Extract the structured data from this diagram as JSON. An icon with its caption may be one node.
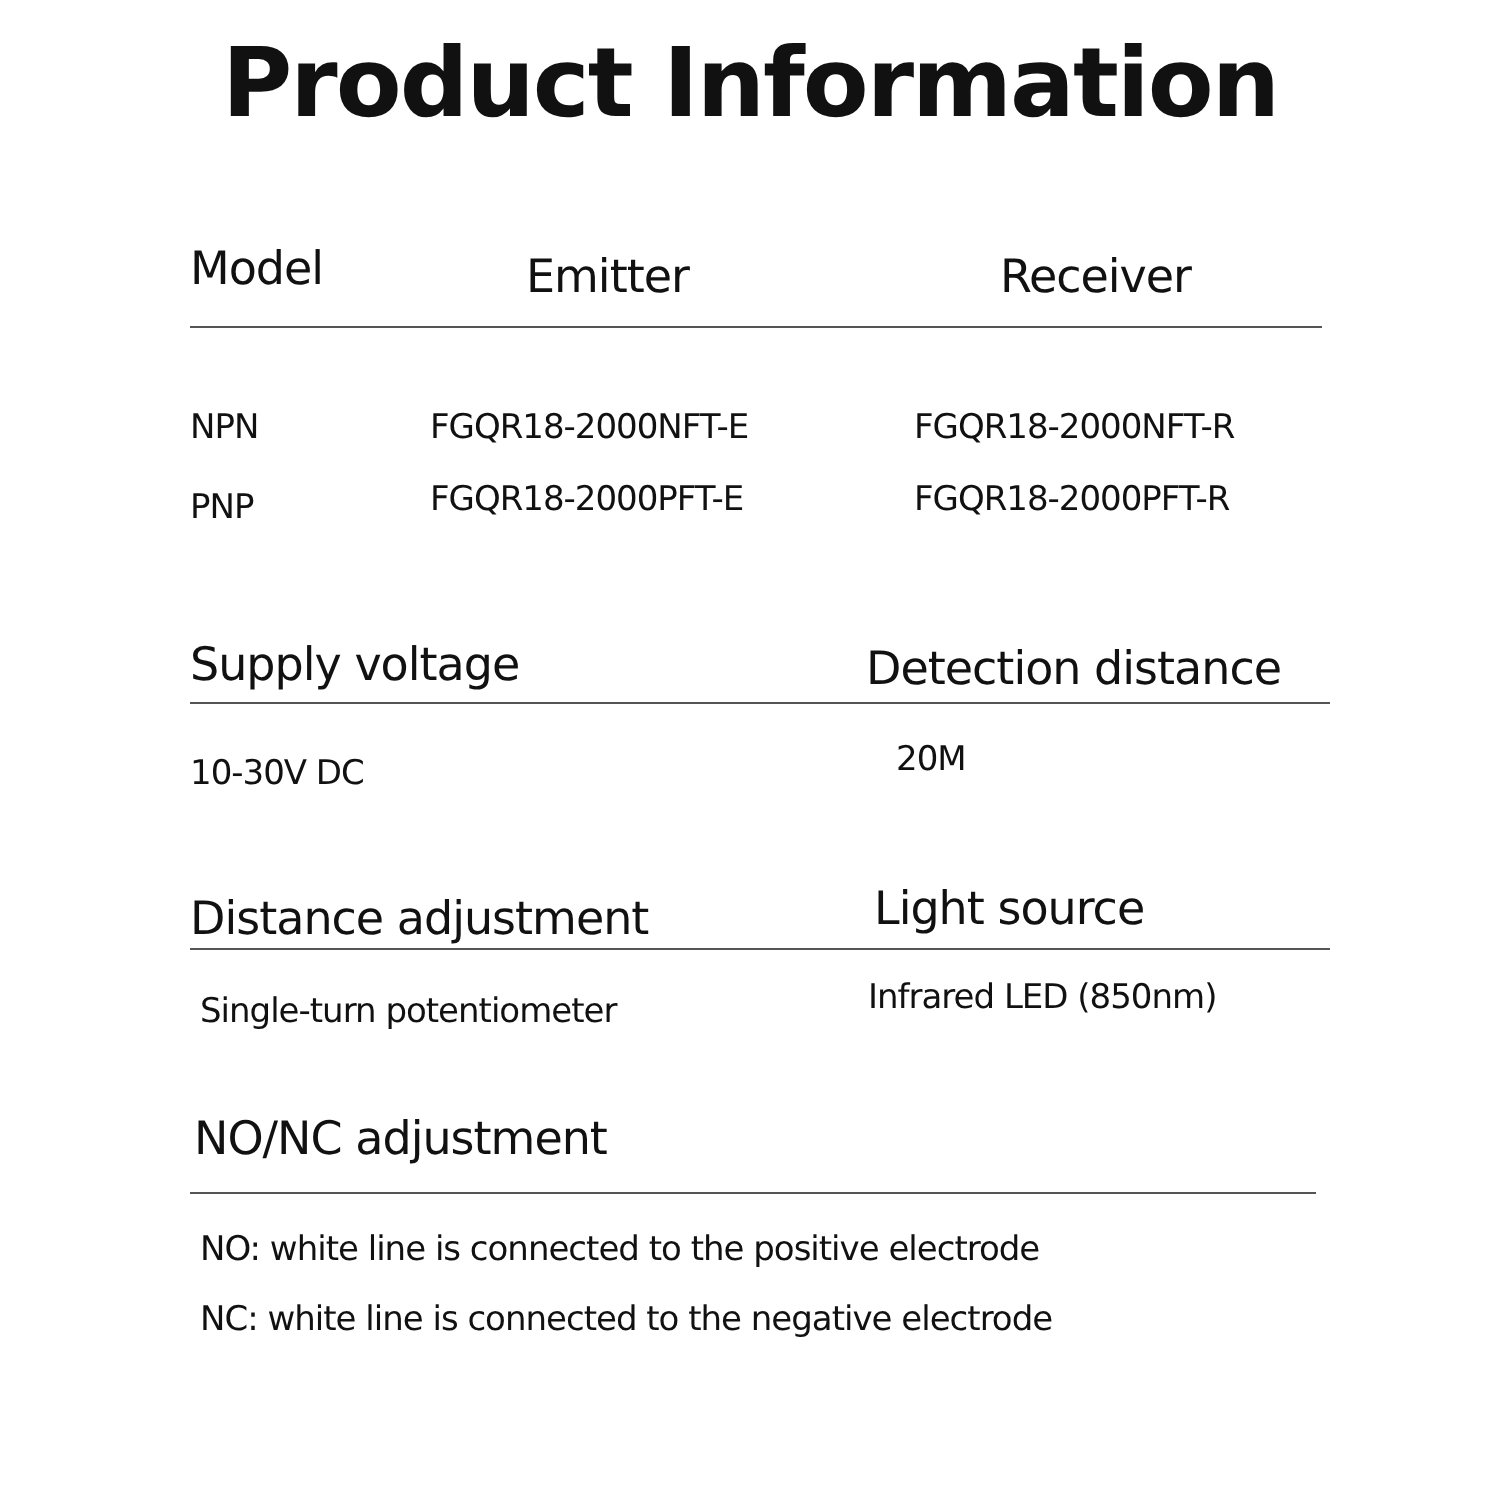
{
  "diagram": {
    "title": "Product Information",
    "labels": [
      "Model",
      "Emitter",
      "Receiver",
      "NPN",
      "FGQR18-2000NFT-E",
      "FGQR18-2000NFT-R",
      "PNP",
      "FGQR18-2000PFT-E",
      "FGQR18-2000PFT-R",
      "Supply voltage",
      "Detection distance",
      "10-30V DC",
      "20M",
      "Distance adjustment",
      "Light source",
      "Single-turn potentiometer",
      "Infrared LED (850nm)",
      "NO/NC adjustment",
      "NO: white line is connected to the positive electrode",
      "NC: white line is connected to the negative electrode"
    ]
  }
}
